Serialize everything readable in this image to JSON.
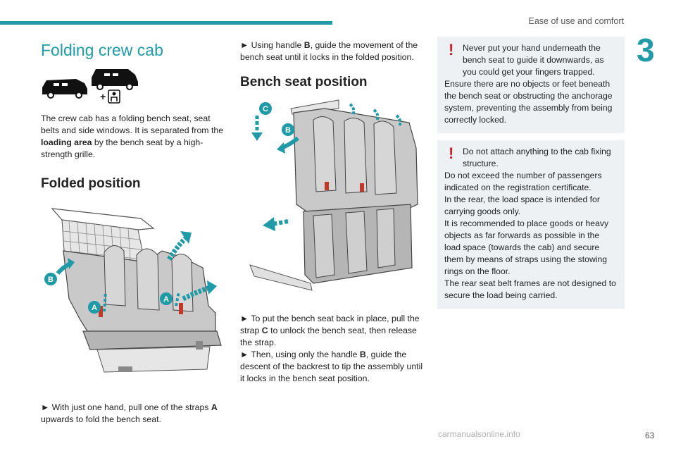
{
  "header": {
    "title": "Ease of use and comfort",
    "chapter": "3"
  },
  "colors": {
    "accent": "#1f9aa6",
    "warning": "#d01f2e"
  },
  "col1": {
    "title": "Folding crew cab",
    "intro_pre": "The crew cab has a folding bench seat, seat belts and side windows. It is separated from the ",
    "intro_bold": "loading area",
    "intro_post": " by the bench seat by a high-strength grille.",
    "folded_heading": "Folded position",
    "folded_step_pre": "► With just one hand, pull one of the straps ",
    "folded_step_bold": "A",
    "folded_step_post": " upwards to fold the bench seat."
  },
  "col2": {
    "step_pre": "► Using handle ",
    "step_bold": "B",
    "step_post": ", guide the movement of the bench seat until it locks in the folded position.",
    "bench_heading": "Bench seat position",
    "back_step1_pre": "► To put the bench seat back in place, pull the strap ",
    "back_step1_bold": "C",
    "back_step1_post": " to unlock the bench seat, then release the strap.",
    "back_step2_pre": "► Then, using only the handle ",
    "back_step2_bold": "B",
    "back_step2_post": ", guide the descent of the backrest to tip the assembly until it locks in the bench seat position."
  },
  "col3": {
    "warning1_lead": "Never put your hand underneath the bench seat to guide it downwards, as you could get your fingers trapped.",
    "warning1_body": "Ensure there are no objects or feet beneath the bench seat or obstructing the anchorage system, preventing the assembly from being correctly locked.",
    "warning2_lead": "Do not attach anything to the cab fixing structure.",
    "warning2_lines": [
      "Do not exceed the number of passengers indicated on the registration certificate.",
      "In the rear, the load space is intended for carrying goods only.",
      "It is recommended to place goods or heavy objects as far forwards as possible in the load space (towards the cab) and secure them by means of straps using the stowing rings on the floor.",
      "The rear seat belt frames are not designed to secure the load being carried."
    ]
  },
  "figure_labels": {
    "a": "A",
    "b": "B",
    "c": "C",
    "plus": "+"
  },
  "footer": {
    "url": "carmanualsonline.info",
    "page": "63"
  }
}
